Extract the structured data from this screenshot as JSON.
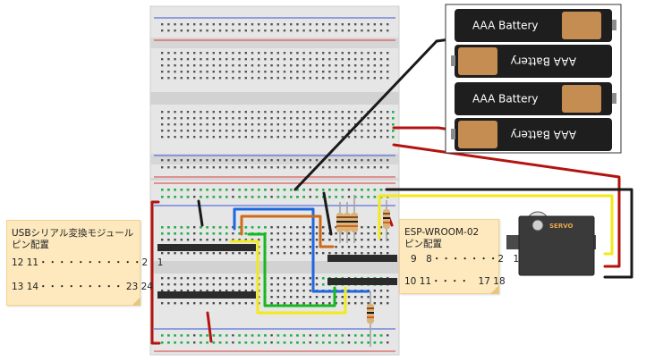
{
  "battery": {
    "cells": [
      {
        "label": "AAA Battery",
        "flipped": false
      },
      {
        "label": "AAA Battery",
        "flipped": true
      },
      {
        "label": "AAA Battery",
        "flipped": false
      },
      {
        "label": "AAA Battery",
        "flipped": true
      }
    ]
  },
  "servo": {
    "label": "SERVO"
  },
  "usb_note": {
    "title_line1": "USBシリアル変換モジュール",
    "title_line2": "ピン配置",
    "pins_top": "12 11・・・・・・・・・・・2　1",
    "pins_bottom": "13 14・・・・・・・・・ 23 24"
  },
  "esp_note": {
    "title_line1": "ESP-WROOM-02",
    "title_line2": "ピン配置",
    "pins_top": "9　8・・・・・・・2　1",
    "pins_bottom": "10 11・・・・　17 18"
  },
  "colors": {
    "breadboard": "#e4e4e4",
    "rail_red": "#d93a3a",
    "rail_blue": "#3a55d9",
    "wire_red": "#b3140f",
    "wire_black": "#1a1a1a",
    "wire_yellow": "#f2ea1a",
    "wire_green": "#17b81f",
    "wire_blue": "#1f67e0",
    "wire_orange": "#cf6a18",
    "note_bg": "#fde9bd",
    "battery_body": "#1e1e1e",
    "battery_cap": "#c68d52"
  }
}
